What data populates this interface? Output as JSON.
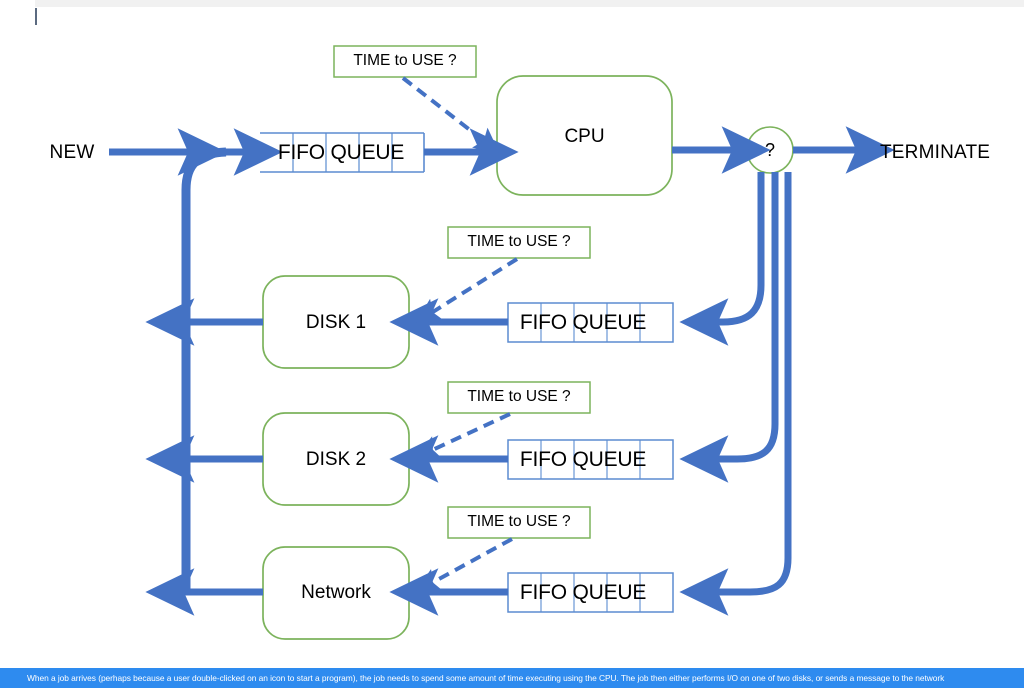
{
  "page": {
    "background": "#ffffff",
    "accent_blue": "#4472c4",
    "accent_green": "#7cb35c",
    "queue_border": "#5b8bd0",
    "caption_bar_color": "#2e8bef",
    "text_color": "#000000"
  },
  "diagram": {
    "entry_label": "NEW",
    "exit_label": "TERMINATE",
    "decision_label": "?",
    "cpu": {
      "label": "CPU",
      "queue_label": "FIFO QUEUE",
      "time_tag": "TIME to USE ?"
    },
    "devices": [
      {
        "id": "disk-1",
        "label": "DISK 1",
        "queue_label": "FIFO QUEUE",
        "time_tag": "TIME to USE ?"
      },
      {
        "id": "disk-2",
        "label": "DISK 2",
        "queue_label": "FIFO QUEUE",
        "time_tag": "TIME to USE ?"
      },
      {
        "id": "network",
        "label": "Network",
        "queue_label": "FIFO QUEUE",
        "time_tag": "TIME to USE ?"
      }
    ],
    "queue_cells": 5
  },
  "caption": {
    "text": "When a job arrives (perhaps because a user double-clicked on an icon to start a program), the job needs to spend some amount of time executing using the CPU. The job then either performs I/O on one of two disks, or sends a message to the network"
  }
}
